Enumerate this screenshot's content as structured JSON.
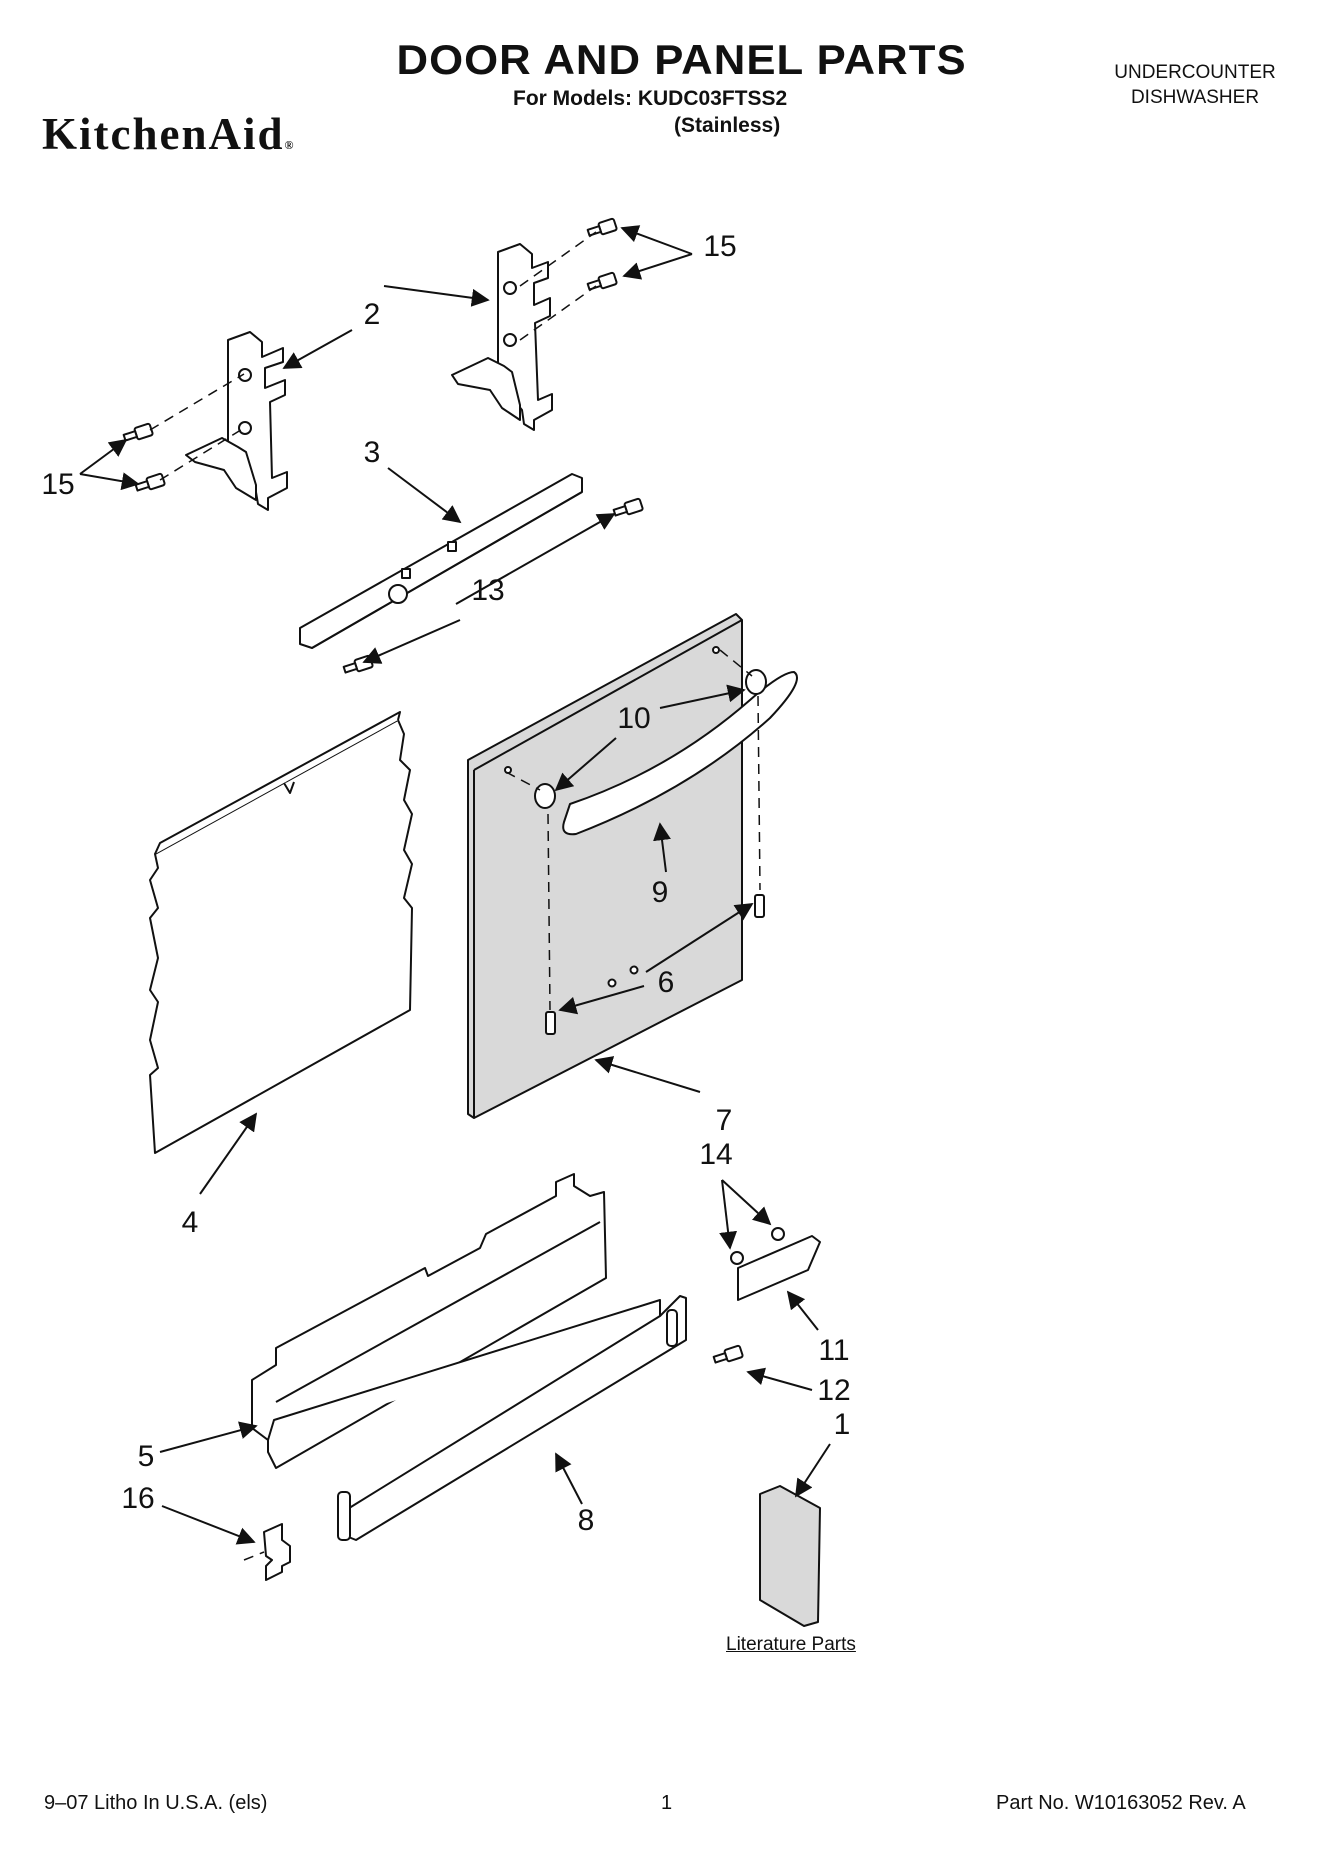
{
  "header": {
    "title": "DOOR AND PANEL PARTS",
    "models_line": "For Models: KUDC03FTSS2",
    "variant": "(Stainless)",
    "brand": "KitchenAid",
    "brand_mark": "®",
    "appliance_line1": "UNDERCOUNTER",
    "appliance_line2": "DISHWASHER"
  },
  "diagram": {
    "callouts": {
      "c1": "1",
      "c2": "2",
      "c3": "3",
      "c4": "4",
      "c5": "5",
      "c6": "6",
      "c7": "7",
      "c8": "8",
      "c9": "9",
      "c10": "10",
      "c11": "11",
      "c12": "12",
      "c13": "13",
      "c14": "14",
      "c15a": "15",
      "c15b": "15",
      "c16": "16"
    },
    "literature_label": "Literature Parts"
  },
  "footer": {
    "litho": "9–07 Litho In U.S.A. (els)",
    "page": "1",
    "part_no": "Part No. W10163052 Rev. A"
  },
  "colors": {
    "ink": "#111111",
    "background": "#ffffff",
    "panel_shade": "#d9d9d9"
  }
}
